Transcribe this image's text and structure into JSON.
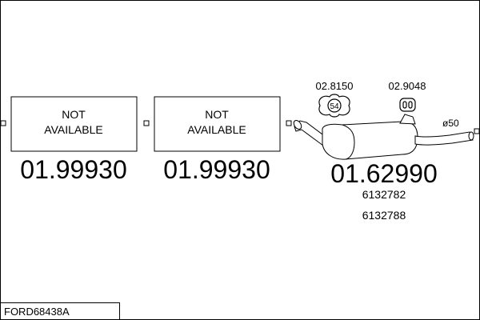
{
  "sheet": {
    "code": "FORD68438A"
  },
  "parts": [
    {
      "label_line1": "NOT",
      "label_line2": "AVAILABLE",
      "part_number": "01.99930"
    },
    {
      "label_line1": "NOT",
      "label_line2": "AVAILABLE",
      "part_number": "01.99930"
    },
    {
      "part_number": "01.62990",
      "oem_numbers": [
        "6132782",
        "6132788"
      ],
      "pipe_diameter": "ø50"
    }
  ],
  "accessories": [
    {
      "part_number": "02.8150",
      "badge": "54",
      "icon": "rubber-mount-icon"
    },
    {
      "part_number": "02.9048",
      "icon": "rubber-hanger-icon"
    }
  ]
}
